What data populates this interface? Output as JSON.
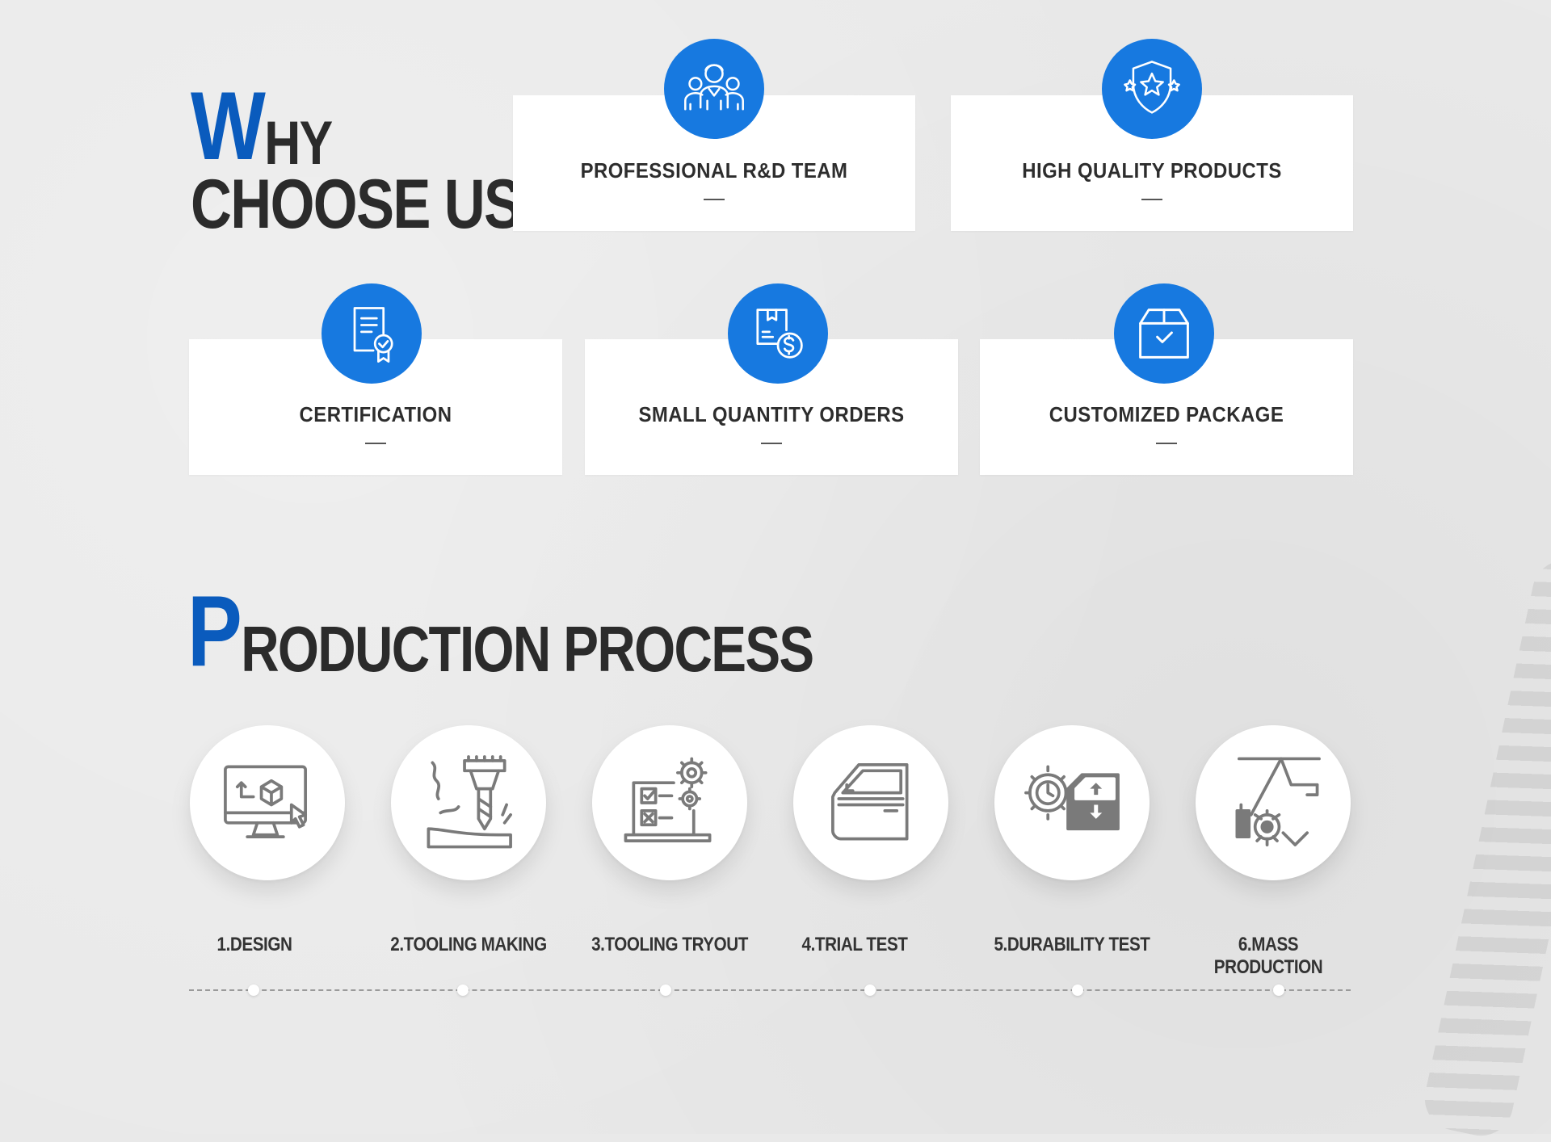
{
  "why": {
    "initial": "W",
    "rest": "HY",
    "line2": "CHOOSE US",
    "features": [
      {
        "title": "PROFESSIONAL R&D TEAM",
        "icon": "team-icon"
      },
      {
        "title": "HIGH QUALITY PRODUCTS",
        "icon": "quality-shield-icon"
      },
      {
        "title": "CERTIFICATION",
        "icon": "certificate-icon"
      },
      {
        "title": "SMALL QUANTITY ORDERS",
        "icon": "box-dollar-icon"
      },
      {
        "title": "CUSTOMIZED PACKAGE",
        "icon": "package-check-icon"
      }
    ],
    "dash": "—"
  },
  "process": {
    "initial": "P",
    "rest": "RODUCTION PROCESS",
    "steps": [
      {
        "label": "1.DESIGN",
        "icon": "design-monitor-icon"
      },
      {
        "label": "2.TOOLING MAKING",
        "icon": "milling-tool-icon"
      },
      {
        "label": "3.TOOLING TRYOUT",
        "icon": "tryout-checklist-icon"
      },
      {
        "label": "4.TRIAL TEST",
        "icon": "car-door-icon"
      },
      {
        "label": "5.DURABILITY TEST",
        "icon": "window-durability-icon"
      },
      {
        "label": "6.MASS PRODUCTION",
        "icon": "production-machine-icon"
      }
    ]
  },
  "colors": {
    "accent": "#0a5bbd",
    "badge": "#1779e0",
    "heading": "#2b2b2b",
    "background": "#e9e9e9",
    "icon_gray": "#7a7a7a"
  }
}
